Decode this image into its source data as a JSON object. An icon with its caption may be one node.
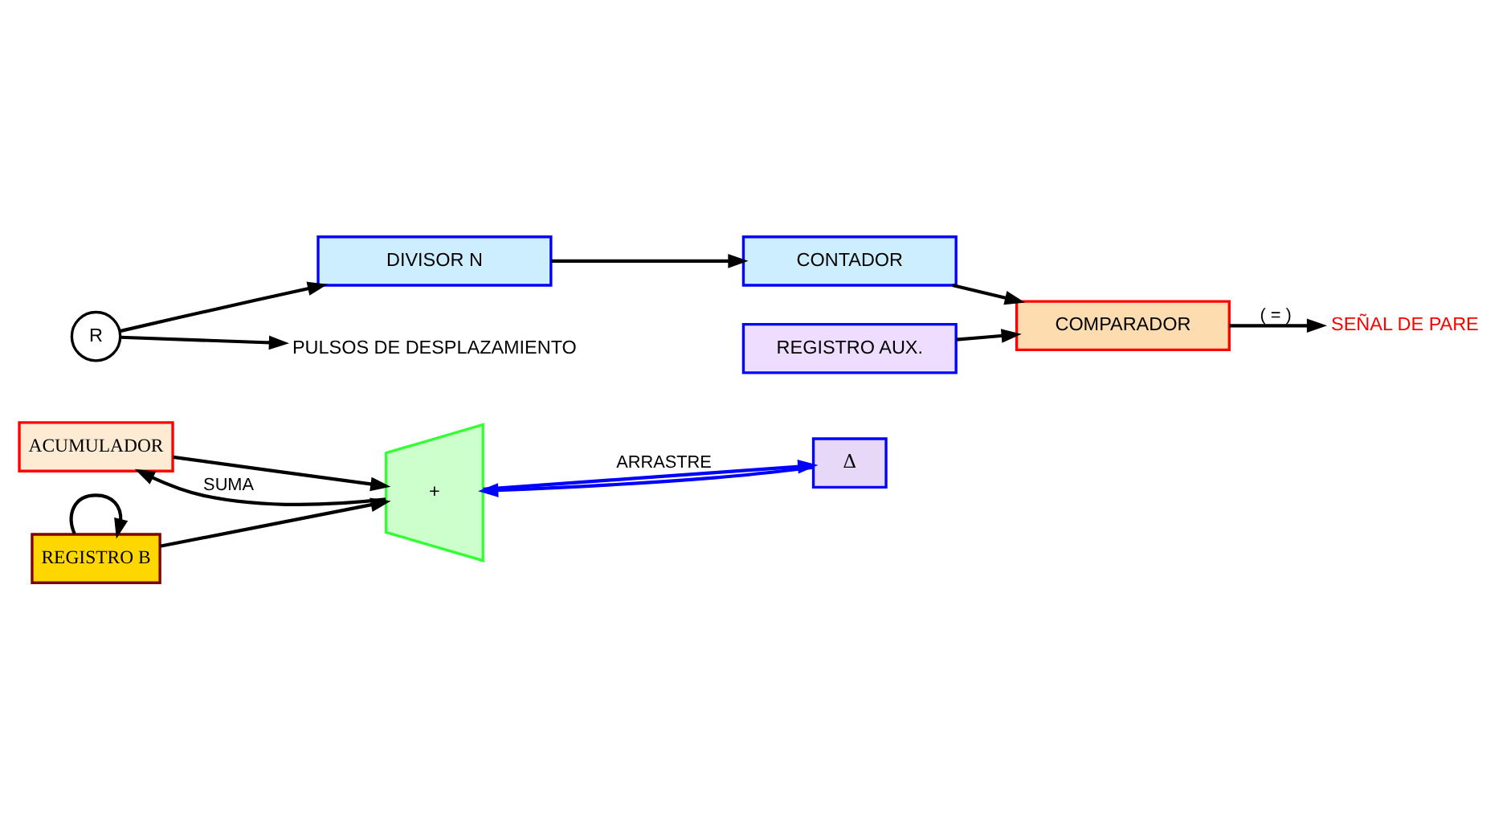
{
  "diagram": {
    "nodes": [
      {
        "text": [
          "ACUMULADOR"
        ]
      },
      {
        "text": [
          "REGISTRO B"
        ]
      },
      {
        "text": [
          "+"
        ]
      },
      {
        "text": [
          "Δ"
        ]
      },
      {
        "text": [
          "R"
        ]
      },
      {
        "text": [
          "DIVISOR N"
        ]
      },
      {
        "text": [
          "CONTADOR"
        ]
      },
      {
        "text": [
          "REGISTRO AUX."
        ]
      },
      {
        "text": [
          "COMPARADOR"
        ]
      },
      {
        "text": [
          "PULSOS DE DESPLAZAMIENTO"
        ]
      },
      {
        "text": [
          "SEÑAL DE PARE"
        ]
      }
    ],
    "edges": [
      {
        "from": 2,
        "to": 0,
        "arrow": "to",
        "label": "SUMA"
      },
      {
        "from": 0,
        "to": 2,
        "arrow": "to"
      },
      {
        "from": 1,
        "to": 2,
        "arrow": "to"
      },
      {
        "from": 1,
        "to": 1,
        "arrow": "to"
      },
      {
        "from": 2,
        "to": 3,
        "arrow": "to",
        "label": "ARRASTRE",
        "color": "#0000ff"
      },
      {
        "from": 3,
        "to": 2,
        "arrow": "to",
        "color": "#0000ff"
      },
      {
        "from": 4,
        "to": 9,
        "arrow": "to"
      },
      {
        "from": 4,
        "to": 5,
        "arrow": "to"
      },
      {
        "from": 5,
        "to": 6,
        "arrow": "to"
      },
      {
        "from": 6,
        "to": 8,
        "arrow": "to"
      },
      {
        "from": 7,
        "to": 8,
        "arrow": "to"
      },
      {
        "from": 8,
        "to": 10,
        "arrow": "to",
        "label": "( = )"
      }
    ]
  }
}
